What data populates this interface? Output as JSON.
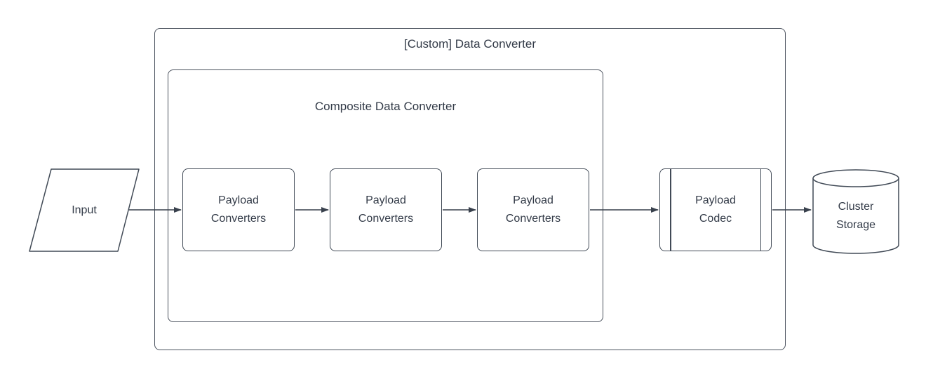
{
  "diagram": {
    "outer_group": {
      "title": "[Custom] Data Converter"
    },
    "inner_group": {
      "title": "Composite Data Converter"
    },
    "nodes": {
      "input": {
        "label": "Input",
        "shape": "parallelogram"
      },
      "converter1": {
        "label": "Payload Converters",
        "shape": "process"
      },
      "converter2": {
        "label": "Payload Converters",
        "shape": "process"
      },
      "converter3": {
        "label": "Payload Converters",
        "shape": "process"
      },
      "codec": {
        "label": "Payload Codec",
        "shape": "predefined-process"
      },
      "storage": {
        "label": "Cluster Storage",
        "shape": "cylinder"
      }
    },
    "flow": "Input -> Payload Converters -> Payload Converters -> Payload Converters -> Payload Codec -> Cluster Storage"
  },
  "colors": {
    "background": "#ffffff",
    "stroke": "#414a56",
    "container_stroke": "#4a515d",
    "text": "#333b48",
    "arrow": "#39414d"
  }
}
